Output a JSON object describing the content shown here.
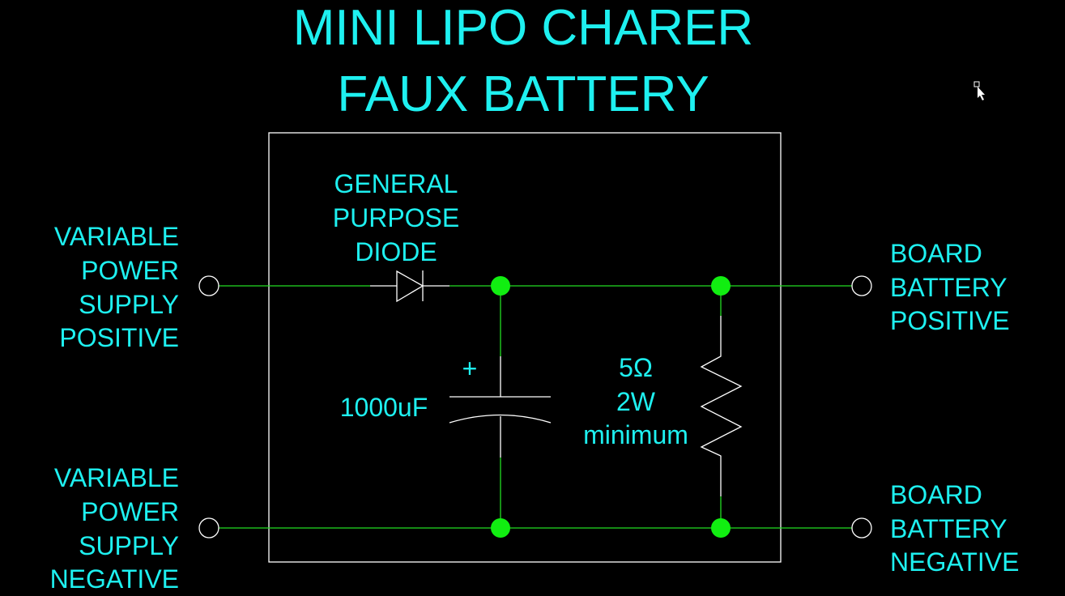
{
  "title": [
    "MINI LIPO CHARER",
    "FAUX BATTERY"
  ],
  "labels": {
    "diode": [
      "GENERAL",
      "PURPOSE",
      "DIODE"
    ],
    "vps_positive": [
      "VARIABLE",
      "POWER",
      "SUPPLY",
      "POSITIVE"
    ],
    "vps_negative": [
      "VARIABLE",
      "POWER",
      "SUPPLY",
      "NEGATIVE"
    ],
    "board_positive": [
      "BOARD",
      "BATTERY",
      "POSITIVE"
    ],
    "board_negative": [
      "BOARD",
      "BATTERY",
      "NEGATIVE"
    ],
    "capacitor_polarity": "+",
    "capacitor_value": "1000uF",
    "resistor": [
      "5Ω",
      "2W",
      "minimum"
    ]
  },
  "colors": {
    "text": "#1ef0f0",
    "wire": "#22dd22",
    "node": "#11ee11",
    "component": "#ffffff",
    "background": "#000000"
  },
  "cursor": "arrow-cursor-icon"
}
